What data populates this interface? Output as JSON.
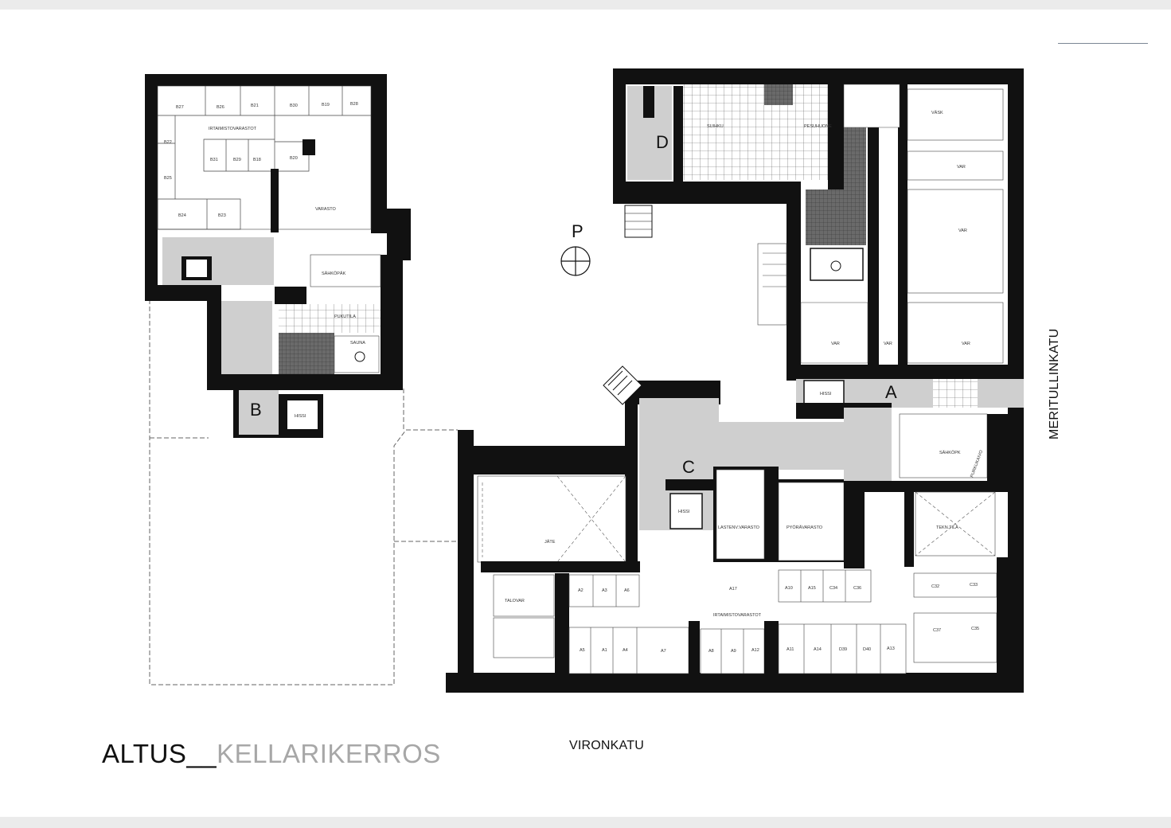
{
  "title": {
    "building": "ALTUS",
    "separator": "__",
    "floor": "KELLARIKERROS"
  },
  "streets": {
    "south": "VIRONKATU",
    "east": "MERITULLINKATU"
  },
  "courtyard": {
    "label": "P"
  },
  "stairs": [
    {
      "id": "A",
      "label": "A"
    },
    {
      "id": "B",
      "label": "B"
    },
    {
      "id": "C",
      "label": "C"
    },
    {
      "id": "D",
      "label": "D"
    }
  ],
  "rooms": {
    "irtaimisto_b": "IRTAIMISTOVARASTOT",
    "varasto": "VARASTO",
    "sahkopk": "SÄHKÖPÄK",
    "pukuhuone": "PUKUTILA",
    "sauna": "SAUNA",
    "hissi_b": "HISSI",
    "suihku": "SUIHKU",
    "pesuhuone": "PESUHUONE",
    "jate": "JÄTE",
    "talovar": "TALOVAR",
    "lastenv": "LASTENV.VARASTO",
    "pyoravarasto": "PYÖRÄVARASTO",
    "tekn": "TEKN.TILA",
    "irtaimisto_a": "IRTAIMISTOVARASTOT",
    "hissi_a": "HISSI",
    "hissi_c": "HISSI",
    "sahkopk_a": "SÄHKÖPK",
    "purkukaivo": "PURKUKAIVO",
    "var1": "VAR",
    "var2": "VAR",
    "var3": "VAR",
    "var4": "VAR",
    "var5": "VAR",
    "vk": "VÄSK"
  },
  "storage_units": [
    "B27",
    "B26",
    "B21",
    "B30",
    "B19",
    "B28",
    "B22",
    "B31",
    "B29",
    "B18",
    "B20",
    "B25",
    "B24",
    "B23",
    "A2",
    "A3",
    "A6",
    "A17",
    "A10",
    "A15",
    "C34",
    "C36",
    "C32",
    "C33",
    "A5",
    "A1",
    "A4",
    "A7",
    "A8",
    "A9",
    "A12",
    "A11",
    "A14",
    "D39",
    "D40",
    "A13",
    "C37",
    "C35"
  ],
  "colors": {
    "wall": "#111111",
    "circulation": "#cfcfcf",
    "background": "#ffffff",
    "subtitle_grey": "#a7a7a7",
    "rule": "#7b8795"
  }
}
